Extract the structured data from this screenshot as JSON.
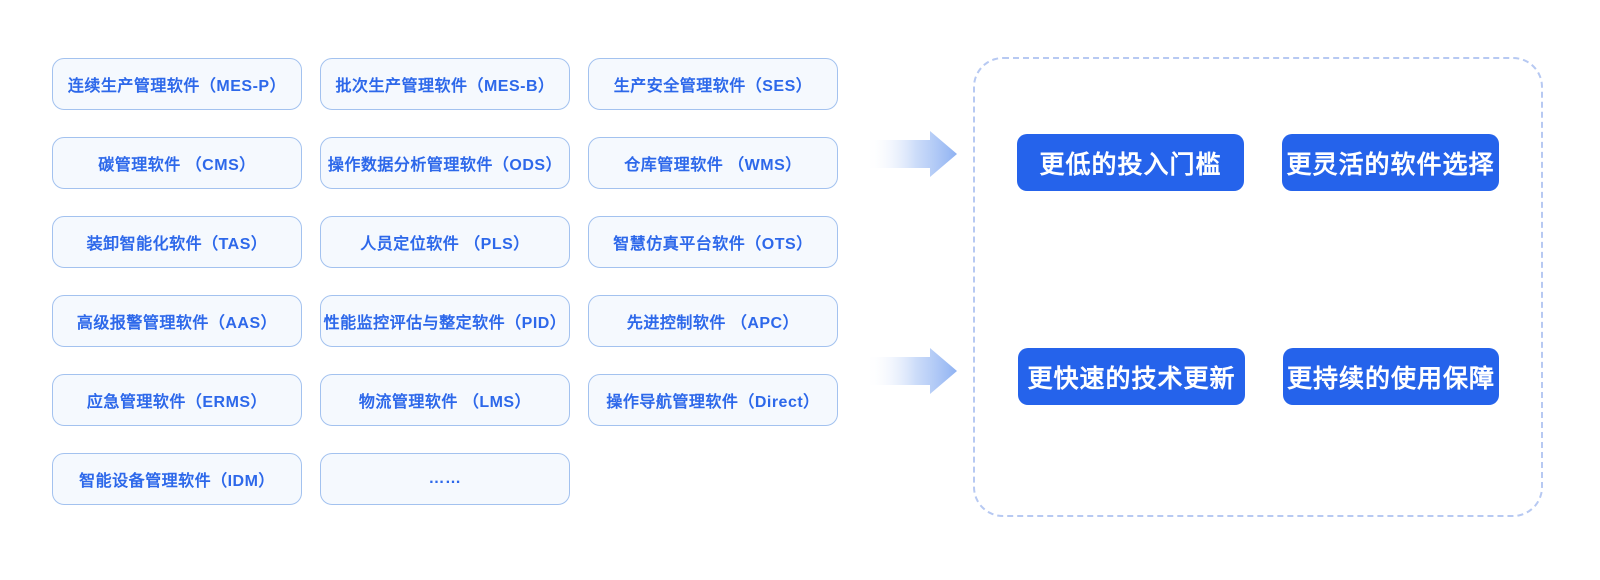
{
  "software_grid": {
    "items": [
      "连续生产管理软件（MES-P）",
      "批次生产管理软件（MES-B）",
      "生产安全管理软件（SES）",
      "碳管理软件 （CMS）",
      "操作数据分析管理软件（ODS）",
      "仓库管理软件 （WMS）",
      "装卸智能化软件（TAS）",
      "人员定位软件 （PLS）",
      "智慧仿真平台软件（OTS）",
      "高级报警管理软件（AAS）",
      "性能监控评估与整定软件（PID）",
      "先进控制软件 （APC）",
      "应急管理软件（ERMS）",
      "物流管理软件 （LMS）",
      "操作导航管理软件（Direct）",
      "智能设备管理软件（IDM）",
      "……"
    ]
  },
  "benefits": {
    "items": [
      "更低的投入门槛",
      "更灵活的软件选择",
      "更快速的技术更新",
      "更持续的使用保障"
    ]
  },
  "colors": {
    "chip_background": "#f5f9fe",
    "chip_border": "#a3c2ef",
    "chip_text": "#2d68ea",
    "benefit_background": "#2563eb",
    "benefit_text": "#ffffff",
    "panel_dashed_border": "#b7c9f2",
    "arrow_gradient_end": "#8fb2f2"
  }
}
